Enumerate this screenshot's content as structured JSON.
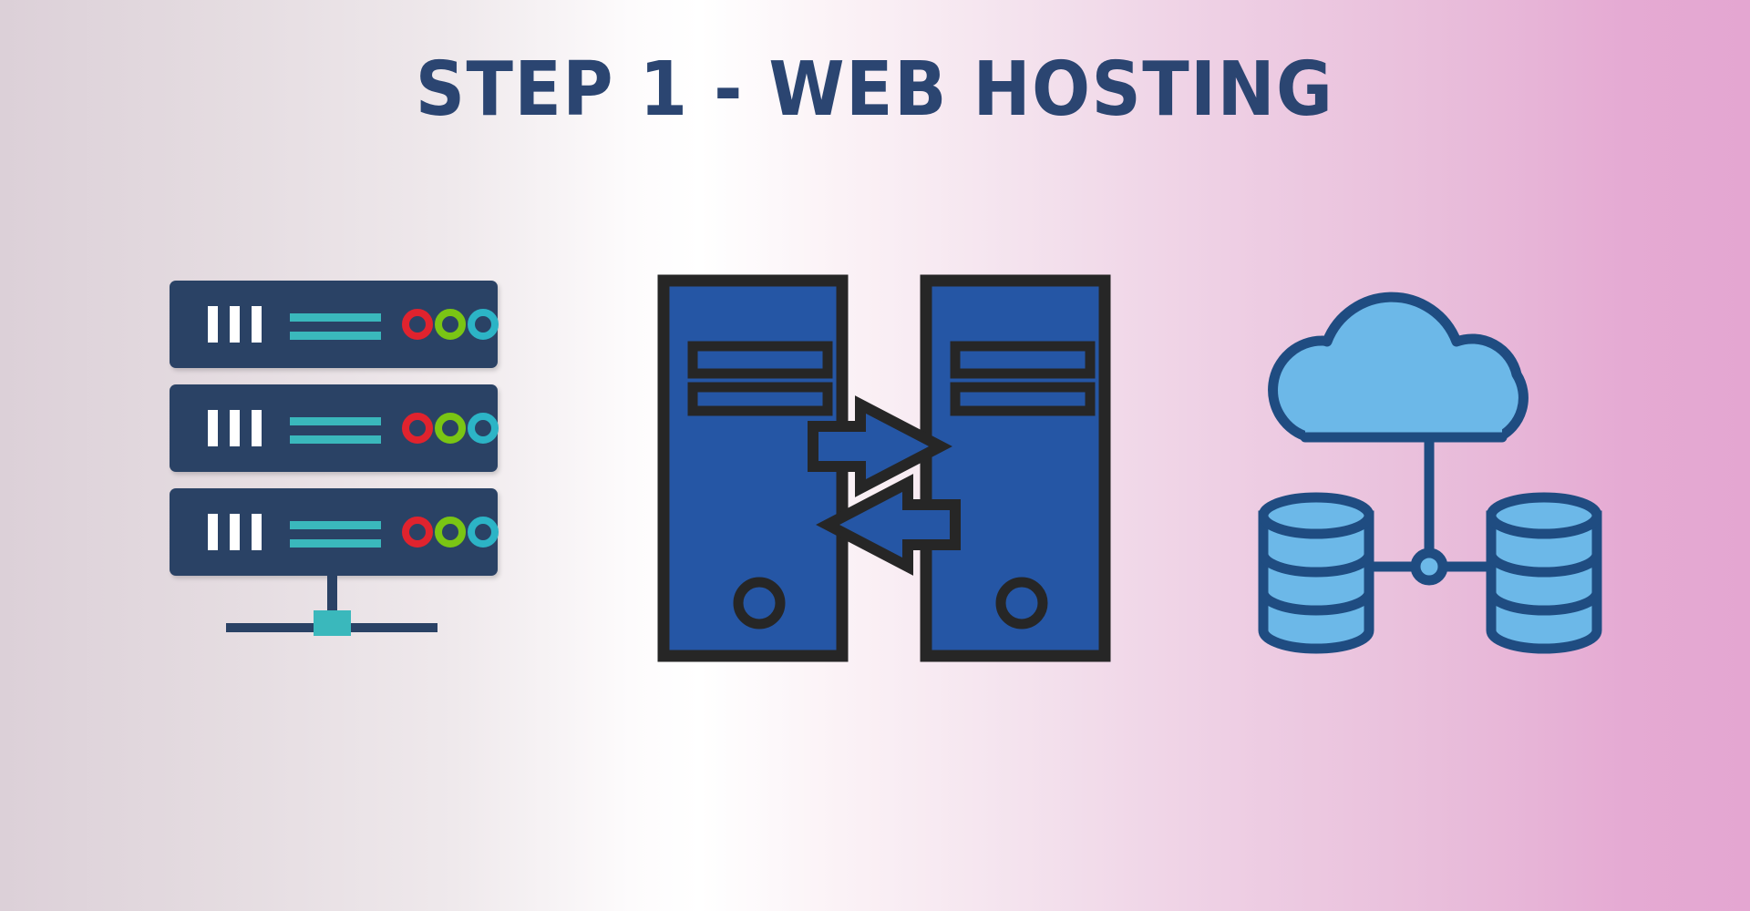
{
  "slide": {
    "title": "STEP 1 - WEB HOSTING",
    "title_color": "#2b4571",
    "background": {
      "type": "linear-gradient-horizontal",
      "from": "#dcd0d8",
      "mid": "#ffffff",
      "to": "#e4a6d1"
    }
  },
  "icons": [
    {
      "name": "server-rack",
      "label": "Server rack with network stand",
      "colors": {
        "chassis": "#2a4265",
        "vent_bars": "#ffffff",
        "data_lines": "#3ab8bc",
        "led_red": "#e0232e",
        "led_green": "#7ac514",
        "led_teal": "#2cb4c6",
        "stand": "#2a4265",
        "connector": "#3ab8bc"
      },
      "units": 3,
      "vent_bars_per_unit": 3,
      "data_lines_per_unit": 2,
      "leds_per_unit": 3
    },
    {
      "name": "server-tower-pair",
      "label": "Two server towers exchanging data",
      "colors": {
        "body": "#2556a5",
        "outline": "#262626"
      },
      "towers": 2,
      "slots_per_tower": 2,
      "power_button_per_tower": 1,
      "arrows": [
        {
          "name": "arrow-right",
          "direction": "right"
        },
        {
          "name": "arrow-left",
          "direction": "left"
        }
      ]
    },
    {
      "name": "cloud-database",
      "label": "Cloud storage connected to two databases",
      "colors": {
        "fill": "#6cb8e8",
        "outline": "#1f4c81",
        "node_fill": "#6cb8e8"
      },
      "cloud": 1,
      "databases": 2,
      "connector_node": 1,
      "disc_bands_per_database": 3
    }
  ]
}
